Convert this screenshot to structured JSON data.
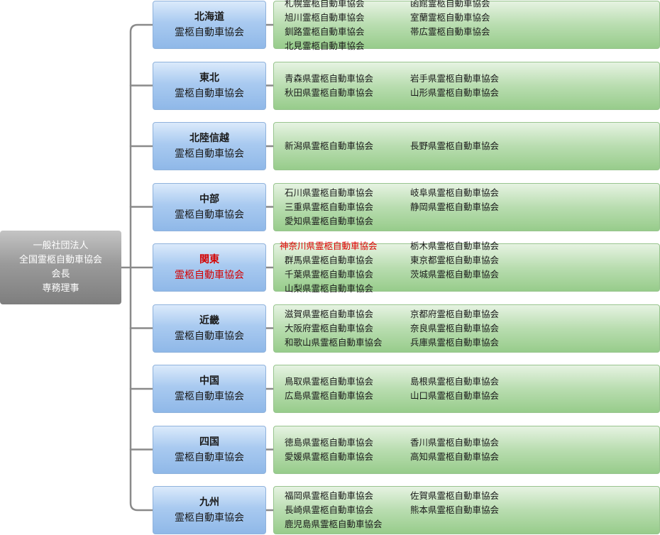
{
  "root": {
    "lines": [
      "一般社団法人",
      "全国霊柩自動車協会",
      "会長",
      "専務理事"
    ]
  },
  "region_suffix": "霊柩自動車協会",
  "regions": [
    {
      "name": "北海道",
      "members": [
        "札幌霊柩自動車協会",
        "函館霊柩自動車協会",
        "旭川霊柩自動車協会",
        "室蘭霊柩自動車協会",
        "釧路霊柩自動車協会",
        "帯広霊柩自動車協会",
        "北見霊柩自動車協会"
      ]
    },
    {
      "name": "東北",
      "members": [
        "青森県霊柩自動車協会",
        "岩手県霊柩自動車協会",
        "秋田県霊柩自動車協会",
        "山形県霊柩自動車協会"
      ]
    },
    {
      "name": "北陸信越",
      "members": [
        "新潟県霊柩自動車協会",
        "長野県霊柩自動車協会"
      ]
    },
    {
      "name": "中部",
      "members": [
        "石川県霊柩自動車協会",
        "岐阜県霊柩自動車協会",
        "三重県霊柩自動車協会",
        "静岡県霊柩自動車協会",
        "愛知県霊柩自動車協会"
      ]
    },
    {
      "name": "関東",
      "highlight": true,
      "members": [
        "神奈川県霊柩自動車協会",
        "栃木県霊柩自動車協会",
        "群馬県霊柩自動車協会",
        "東京都霊柩自動車協会",
        "千葉県霊柩自動車協会",
        "茨城県霊柩自動車協会",
        "山梨県霊柩自動車協会"
      ],
      "highlight_member": "神奈川県霊柩自動車協会"
    },
    {
      "name": "近畿",
      "members": [
        "滋賀県霊柩自動車協会",
        "京都府霊柩自動車協会",
        "大阪府霊柩自動車協会",
        "奈良県霊柩自動車協会",
        "和歌山県霊柩自動車協会",
        "兵庫県霊柩自動車協会"
      ]
    },
    {
      "name": "中国",
      "members": [
        "鳥取県霊柩自動車協会",
        "島根県霊柩自動車協会",
        "広島県霊柩自動車協会",
        "山口県霊柩自動車協会"
      ]
    },
    {
      "name": "四国",
      "members": [
        "徳島県霊柩自動車協会",
        "香川県霊柩自動車協会",
        "愛媛県霊柩自動車協会",
        "高知県霊柩自動車協会"
      ]
    },
    {
      "name": "九州",
      "members": [
        "福岡県霊柩自動車協会",
        "佐賀県霊柩自動車協会",
        "長崎県霊柩自動車協会",
        "熊本県霊柩自動車協会",
        "鹿児島県霊柩自動車協会"
      ]
    }
  ],
  "colors": {
    "connector": "#8a8a8a",
    "highlight": "#e00000",
    "region_box": "#a9caf0",
    "member_box": "#b9ddb0",
    "root_box": "#9a9a9a"
  }
}
